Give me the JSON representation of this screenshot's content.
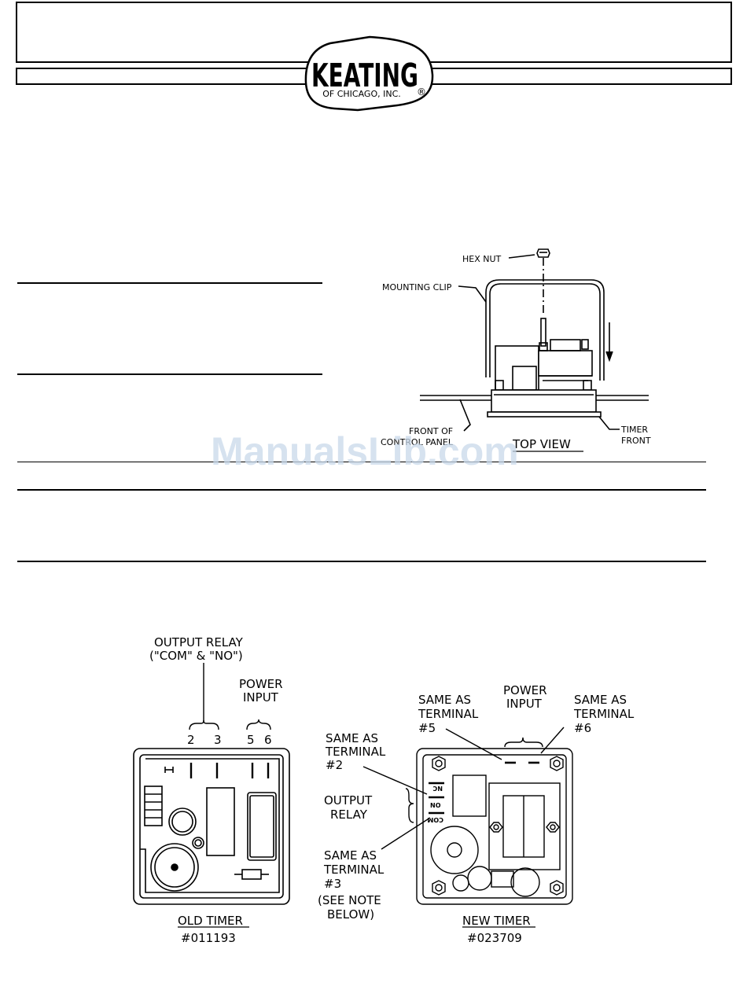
{
  "logo": {
    "brand": "KEATING",
    "sub": "OF CHICAGO, INC.",
    "reg": "®"
  },
  "watermark": "ManualsLib.com",
  "top_view": {
    "hex_nut": "HEX NUT",
    "mounting_clip": "MOUNTING CLIP",
    "front_of": "FRONT OF",
    "control_panel": "CONTROL PANEL",
    "title": "TOP VIEW",
    "timer": "TIMER",
    "front": "FRONT"
  },
  "old_timer": {
    "output_relay_1": "OUTPUT RELAY",
    "output_relay_2": "(\"COM\" & \"NO\")",
    "power_input_1": "POWER",
    "power_input_2": "INPUT",
    "terminals": [
      "2",
      "3",
      "5",
      "6"
    ],
    "name": "OLD TIMER",
    "number": "#011193"
  },
  "new_timer": {
    "power_input_1": "POWER",
    "power_input_2": "INPUT",
    "same_as_5": [
      "SAME AS",
      "TERMINAL",
      "#5"
    ],
    "same_as_6": [
      "SAME AS",
      "TERMINAL",
      "#6"
    ],
    "same_as_2": [
      "SAME AS",
      "TERMINAL",
      "#2"
    ],
    "output_relay": [
      "OUTPUT",
      "RELAY"
    ],
    "same_as_3": [
      "SAME AS",
      "TERMINAL",
      "#3",
      "(SEE NOTE",
      "BELOW)"
    ],
    "term_nc": "NC",
    "term_no": "NO",
    "term_com": "COM",
    "name": "NEW TIMER",
    "number": "#023709"
  }
}
